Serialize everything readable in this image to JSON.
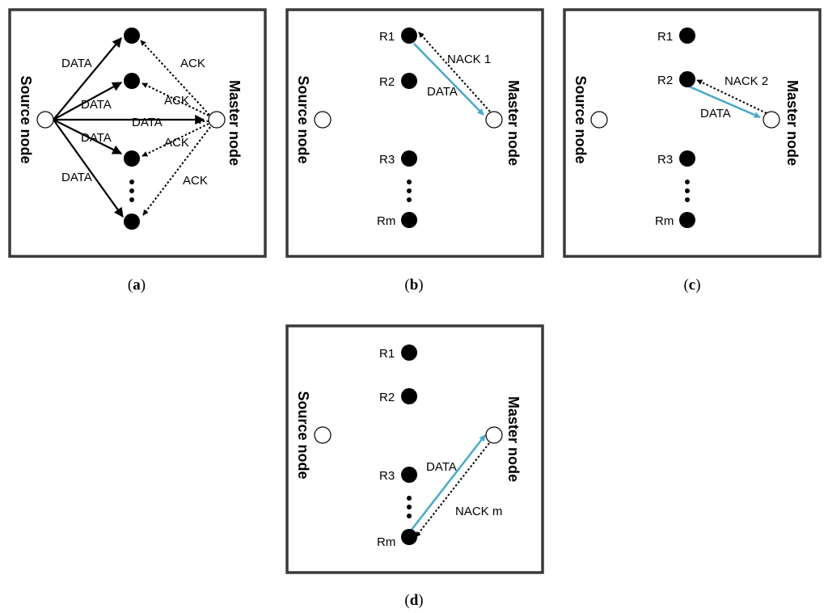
{
  "labels": {
    "source": "Source node",
    "master": "Master node",
    "data": "DATA",
    "ack": "ACK",
    "r1": "R1",
    "r2": "R2",
    "r3": "R3",
    "rm": "Rm",
    "nack1": "NACK 1",
    "nack2": "NACK 2",
    "nackm": "NACK m"
  },
  "captions": {
    "a": "a",
    "b": "b",
    "c": "c",
    "d": "d"
  },
  "colors": {
    "box_border": "#3a3a3a",
    "cyan_arrow": "#4aa8c8",
    "black": "#000000"
  }
}
